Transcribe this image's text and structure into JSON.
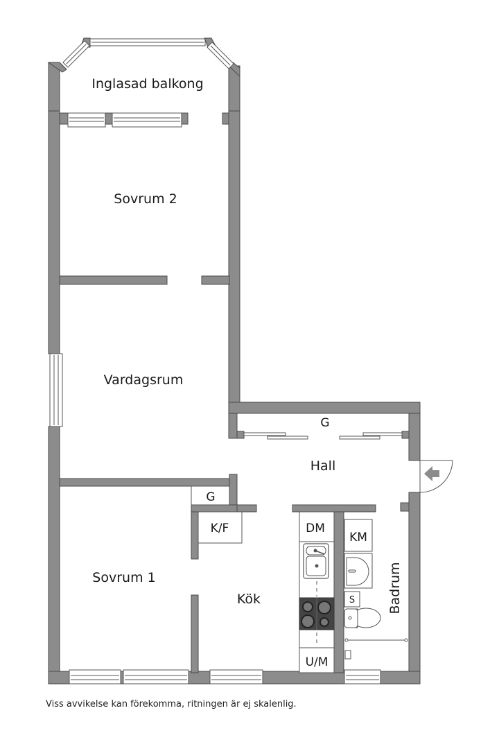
{
  "floorplan": {
    "rooms": {
      "balcony": "Inglasad balkong",
      "bedroom2": "Sovrum 2",
      "living": "Vardagsrum",
      "hall": "Hall",
      "bedroom1": "Sovrum 1",
      "kitchen": "Kök",
      "bathroom": "Badrum"
    },
    "fixtures": {
      "wardrobe_hall": "G",
      "wardrobe_bedroom": "G",
      "fridge_freezer": "K/F",
      "dishwasher": "DM",
      "washing_machine": "KM",
      "cabinet": "S",
      "microwave_oven": "U/M"
    },
    "entrance_icon": "entrance-arrow-icon",
    "colors": {
      "wall": "#8c8c8c",
      "wall_outline": "#4a4a4a",
      "background": "#ffffff",
      "stove": "#444444"
    }
  },
  "disclaimer": "Viss avvikelse kan förekomma, ritningen är ej skalenlig."
}
